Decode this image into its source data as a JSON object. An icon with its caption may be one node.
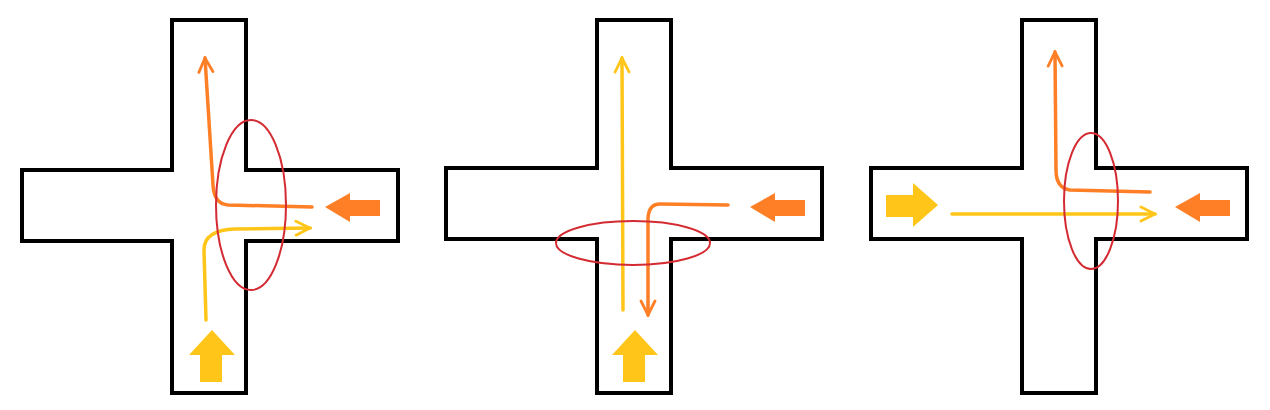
{
  "diagram": {
    "nodes": [
      {
        "text": [],
        "shape": "cross"
      },
      {
        "text": [],
        "shape": "cross"
      },
      {
        "text": [],
        "shape": "cross"
      }
    ]
  }
}
